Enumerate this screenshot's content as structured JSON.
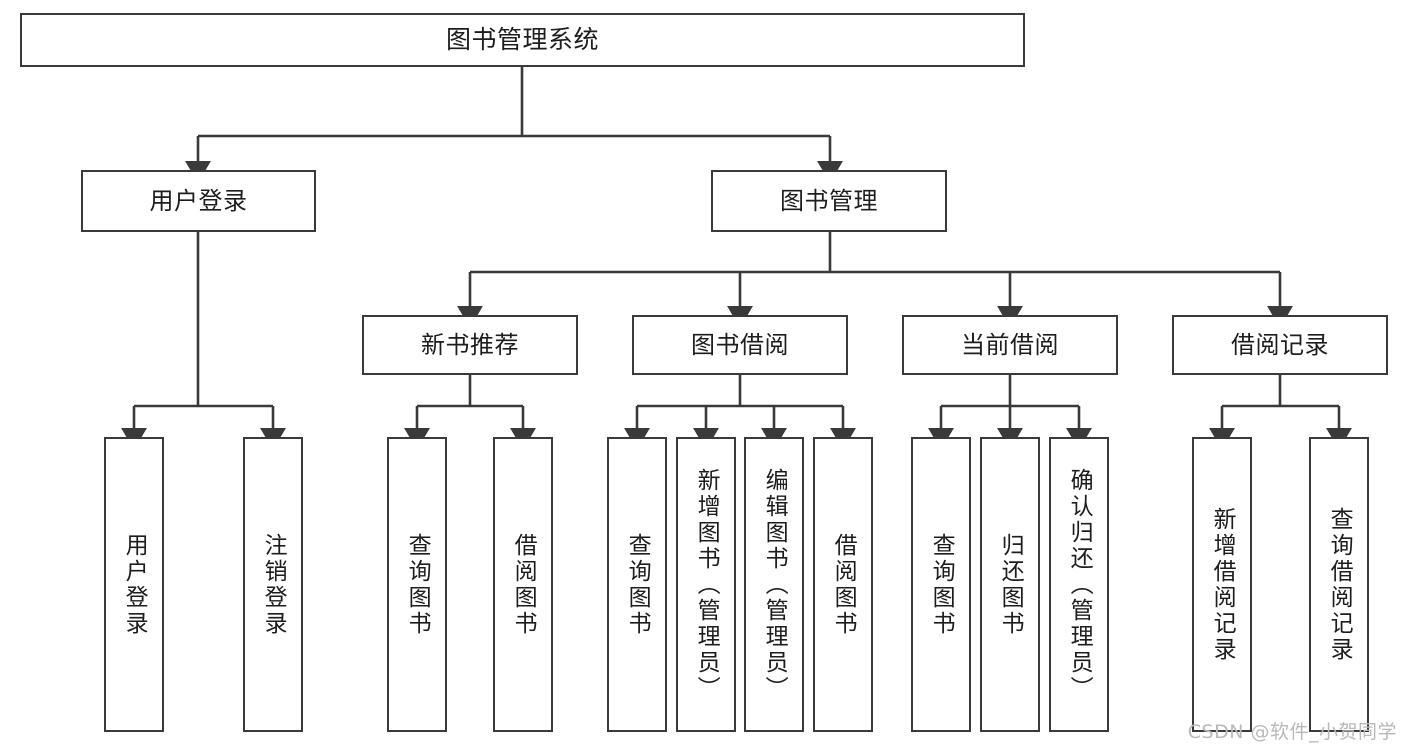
{
  "diagram": {
    "type": "tree-hierarchy-chart",
    "title": "图书管理系统",
    "watermark": "CSDN @软件_小贺同学",
    "colors": {
      "node_border": "#3a3a3a",
      "node_fill": "#ffffff",
      "edge": "#3a3a3a",
      "text": "#1d1d1d",
      "watermark": "#b9b9b9",
      "background": "#ffffff"
    },
    "root": {
      "label": "图书管理系统"
    },
    "level1": [
      {
        "label": "用户登录"
      },
      {
        "label": "图书管理"
      }
    ],
    "level2": [
      {
        "label": "新书推荐"
      },
      {
        "label": "图书借阅"
      },
      {
        "label": "当前借阅"
      },
      {
        "label": "借阅记录"
      }
    ],
    "leaves": {
      "user_login": [
        {
          "label": "用户登录"
        },
        {
          "label": "注销登录"
        }
      ],
      "new_book": [
        {
          "label": "查询图书"
        },
        {
          "label": "借阅图书"
        }
      ],
      "borrow_book": [
        {
          "label": "查询图书"
        },
        {
          "label": "新增图书（管理员）"
        },
        {
          "label": "编辑图书（管理员）"
        },
        {
          "label": "借阅图书"
        }
      ],
      "current_borrow": [
        {
          "label": "查询图书"
        },
        {
          "label": "归还图书"
        },
        {
          "label": "确认归还（管理员）"
        }
      ],
      "borrow_record": [
        {
          "label": "新增借阅记录"
        },
        {
          "label": "查询借阅记录"
        }
      ]
    }
  }
}
